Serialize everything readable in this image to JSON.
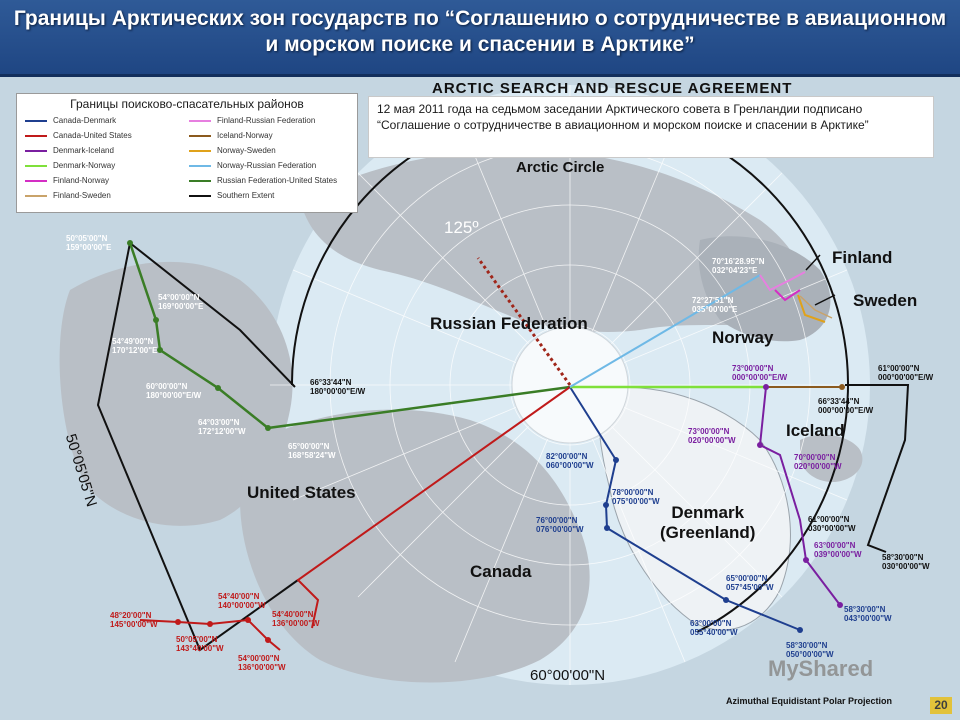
{
  "title": "Границы Арктических зон государств по “Соглашению о сотрудничестве в авиационном и морском поиске и спасении в Арктике”",
  "map_header": "ARCTIC SEARCH AND RESCUE AGREEMENT",
  "legend": {
    "title": "Границы поисково-спасательных районов",
    "items": [
      {
        "label": "Canada-Denmark",
        "color": "#1f3f8f"
      },
      {
        "label": "Canada-United States",
        "color": "#c01a1a"
      },
      {
        "label": "Denmark-Iceland",
        "color": "#7a1fa0"
      },
      {
        "label": "Denmark-Norway",
        "color": "#7fe03a"
      },
      {
        "label": "Finland-Norway",
        "color": "#d42ec4"
      },
      {
        "label": "Finland-Sweden",
        "color": "#c9a36a"
      },
      {
        "label": "Finland-Russian Federation",
        "color": "#e77fe0"
      },
      {
        "label": "Iceland-Norway",
        "color": "#8b5a1e"
      },
      {
        "label": "Norway-Sweden",
        "color": "#e0a21a"
      },
      {
        "label": "Norway-Russian Federation",
        "color": "#6fb9e6"
      },
      {
        "label": "Russian Federation-United States",
        "color": "#3a7d26"
      },
      {
        "label": "Southern Extent",
        "color": "#111111"
      }
    ]
  },
  "note": "12 мая 2011 года на седьмом заседании Арктического совета в Гренландии подписано “Соглашение о сотрудничестве в авиационном и морском поиске и спасении в Арктике”",
  "labels": {
    "arctic_circle": "Arctic Circle",
    "angle": "125º",
    "russia": "Russian Federation",
    "norway": "Norway",
    "finland": "Finland",
    "sweden": "Sweden",
    "iceland": "Iceland",
    "denmark": "Denmark\n(Greenland)",
    "us": "United States",
    "canada": "Canada",
    "lat_bottom": "60°00'00\"N",
    "lat_left": "50°05'05\"N"
  },
  "coords": {
    "c1": "50°05'00\"N\n159°00'00\"E",
    "c2": "54°00'00\"N\n169°00'00\"E",
    "c3": "54°49'00\"N\n170°12'00\"E",
    "c4": "60°00'00\"N\n180°00'00\"E/W",
    "c5": "64°03'00\"N\n172°12'00\"W",
    "c6": "65°00'00\"N\n168°58'24\"W",
    "c7": "66°33'44\"N\n180°00'00\"E/W",
    "c8": "70°16'28.95\"N\n032°04'23\"E",
    "c9": "72°27'51\"N\n035°00'00\"E",
    "c10": "73°00'00\"N\n000°00'00\"E/W",
    "c11": "61°00'00\"N\n000°00'00\"E/W",
    "c12": "66°33'44\"N\n000°00'00\"E/W",
    "c13": "73°00'00\"N\n020°00'00\"W",
    "c14": "70°00'00\"N\n020°00'00\"W",
    "c15": "82°00'00\"N\n060°00'00\"W",
    "c16": "78°00'00\"N\n075°00'00\"W",
    "c17": "76°00'00\"N\n076°00'00\"W",
    "c18": "61°00'00\"N\n030°00'00\"W",
    "c19": "63°00'00\"N\n039°00'00\"W",
    "c20": "58°30'00\"N\n030°00'00\"W",
    "c21": "65°00'00\"N\n057°45'00\"W",
    "c22": "58°30'00\"N\n043°00'00\"W",
    "c23": "63°00'00\"N\n055°40'00\"W",
    "c24": "58°30'00\"N\n050°00'00\"W",
    "c25": "48°20'00\"N\n145°00'00\"W",
    "c26": "50°05'00\"N\n143°40'00\"W",
    "c27": "54°40'00\"N\n140°00'00\"W",
    "c28": "54°40'00\"N\n136°00'00\"W",
    "c29": "54°00'00\"N\n136°00'00\"W"
  },
  "watermark": "MyShared",
  "footer": "Azimuthal Equidistant Polar Projection",
  "page_number": "20"
}
